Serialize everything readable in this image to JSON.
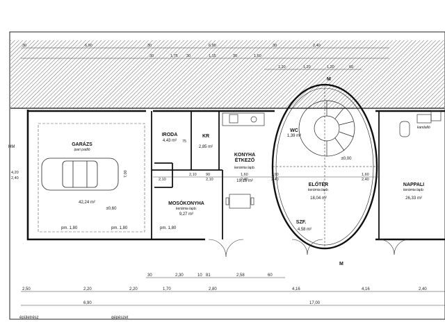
{
  "rooms": {
    "garazs": {
      "name": "GARÁZS",
      "floor": "ipari padló",
      "area": "42,24 m²",
      "level": "±0,60"
    },
    "iroda": {
      "name": "IRODA",
      "area": "4,43 m²"
    },
    "kr": {
      "name": "KR",
      "area": "2,85 m²"
    },
    "konyha": {
      "name": "KONYHA\nÉTKEZŐ",
      "floor": "kerámia lapb.",
      "area": "19,16 m²"
    },
    "wc": {
      "name": "WC",
      "area": "1,39 m²"
    },
    "eloter": {
      "name": "ELŐTÉR",
      "floor": "kerámia lapb.",
      "area": "18,04 m²",
      "level": "±0,00"
    },
    "nappali": {
      "name": "NAPPALI",
      "floor": "kerámia lapb.",
      "area": "26,33 m²"
    },
    "moso": {
      "name": "MOSÓKONYHA",
      "floor": "kerámia lapb.",
      "area": "9,27 m²"
    },
    "szf": {
      "name": "SZF.",
      "area": "4,58 m²"
    }
  },
  "labels": {
    "hm": "HM",
    "kandallo": "kandalló",
    "pm1": "pm. 1,80",
    "pm2": "pm. 1,80",
    "pm3": "pm. 1,80",
    "section_m": "M",
    "top_m": "M"
  },
  "top_dims_row1": [
    "30",
    "6,90",
    "30",
    "6,90",
    "30",
    "2,40"
  ],
  "top_dims_row2": [
    "30",
    "1,75",
    "30",
    "1,15",
    "30",
    "1,60"
  ],
  "top_dims_row3": [
    "1,20",
    "1,20",
    "1,20",
    "60"
  ],
  "mid_dims": [
    "2,10",
    "75",
    "2,10",
    "90",
    "2,10",
    "1,60",
    "2,40",
    "1,90",
    "2,40",
    "1,60",
    "2,40"
  ],
  "left_dims": [
    "4,20",
    "2,40",
    "7,00"
  ],
  "bottom_row1": [
    "30",
    "2,30",
    "10",
    "81",
    "2,58",
    "60"
  ],
  "bottom_row2": [
    "2,50",
    "2,20",
    "2,20",
    "1,70",
    "2,80",
    "4,16",
    "4,16",
    "2,40"
  ],
  "bottom_row3": [
    "6,90",
    "17,00"
  ],
  "bottom_text": [
    "épületrész",
    "gépészet"
  ]
}
